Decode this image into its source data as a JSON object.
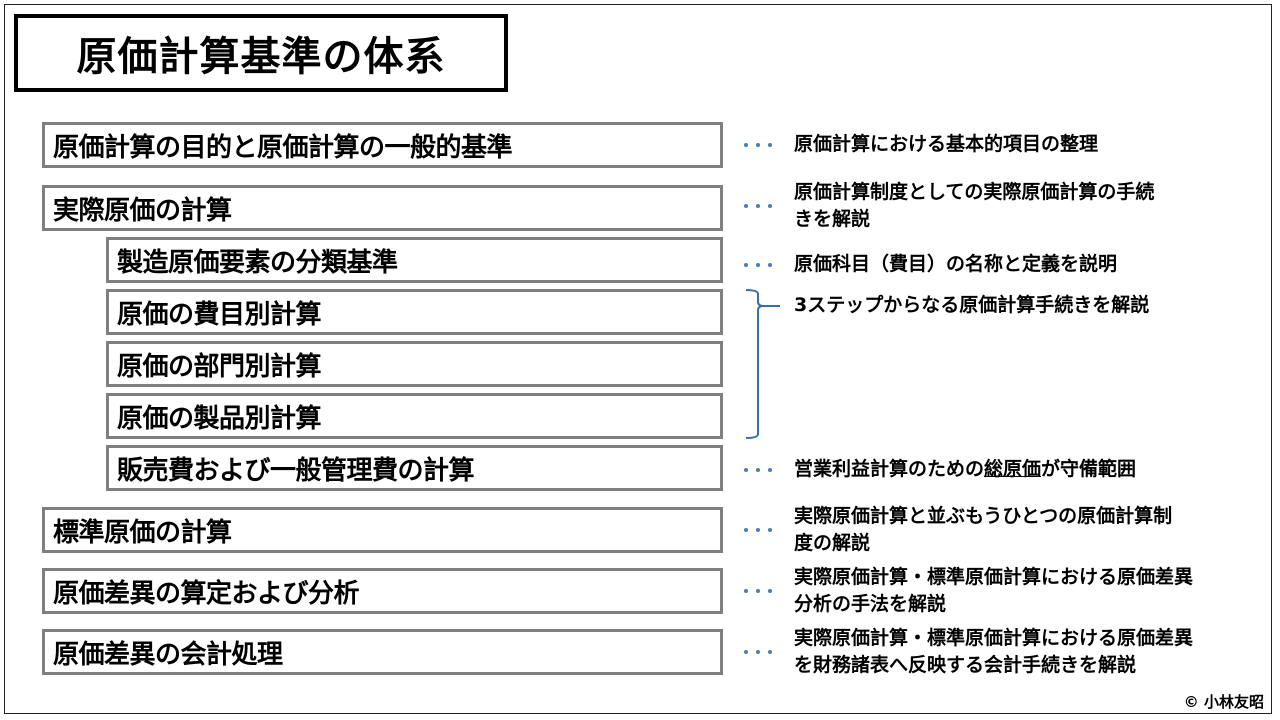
{
  "title": "原価計算基準の体系",
  "items": [
    {
      "label": "原価計算の目的と原価計算の一般的基準",
      "level": 1
    },
    {
      "label": "実際原価の計算",
      "level": 1
    },
    {
      "label": "製造原価要素の分類基準",
      "level": 2
    },
    {
      "label": "原価の費目別計算",
      "level": 2
    },
    {
      "label": "原価の部門別計算",
      "level": 2
    },
    {
      "label": "原価の製品別計算",
      "level": 2
    },
    {
      "label": "販売費および一般管理費の計算",
      "level": 2
    },
    {
      "label": "標準原価の計算",
      "level": 1
    },
    {
      "label": "原価差異の算定および分析",
      "level": 1
    },
    {
      "label": "原価差異の会計処理",
      "level": 1
    }
  ],
  "descriptions": [
    {
      "text": "原価計算における基本的項目の整理"
    },
    {
      "line1": "原価計算制度としての実際原価計算の手続",
      "line2": "きを解説"
    },
    {
      "text": "原価科目（費目）の名称と定義を説明"
    },
    {
      "text": "3ステップからなる原価計算手続きを解説"
    },
    {
      "before": "営業利益計算のための",
      "underlined": "総原価",
      "after": "が守備範囲"
    },
    {
      "line1": "実際原価計算と並ぶもうひとつの原価計算制",
      "line2": "度の解説"
    },
    {
      "line1": "実際原価計算・標準原価計算における原価差異",
      "line2": "分析の手法を解説"
    },
    {
      "line1": "実際原価計算・標準原価計算における原価差異",
      "line2": "を財務諸表へ反映する会計手続きを解説"
    }
  ],
  "colors": {
    "box_border": "#7f7f7f",
    "dots": "#4a7db5",
    "bracket": "#3a6ea5"
  },
  "copyright": "© 小林友昭"
}
